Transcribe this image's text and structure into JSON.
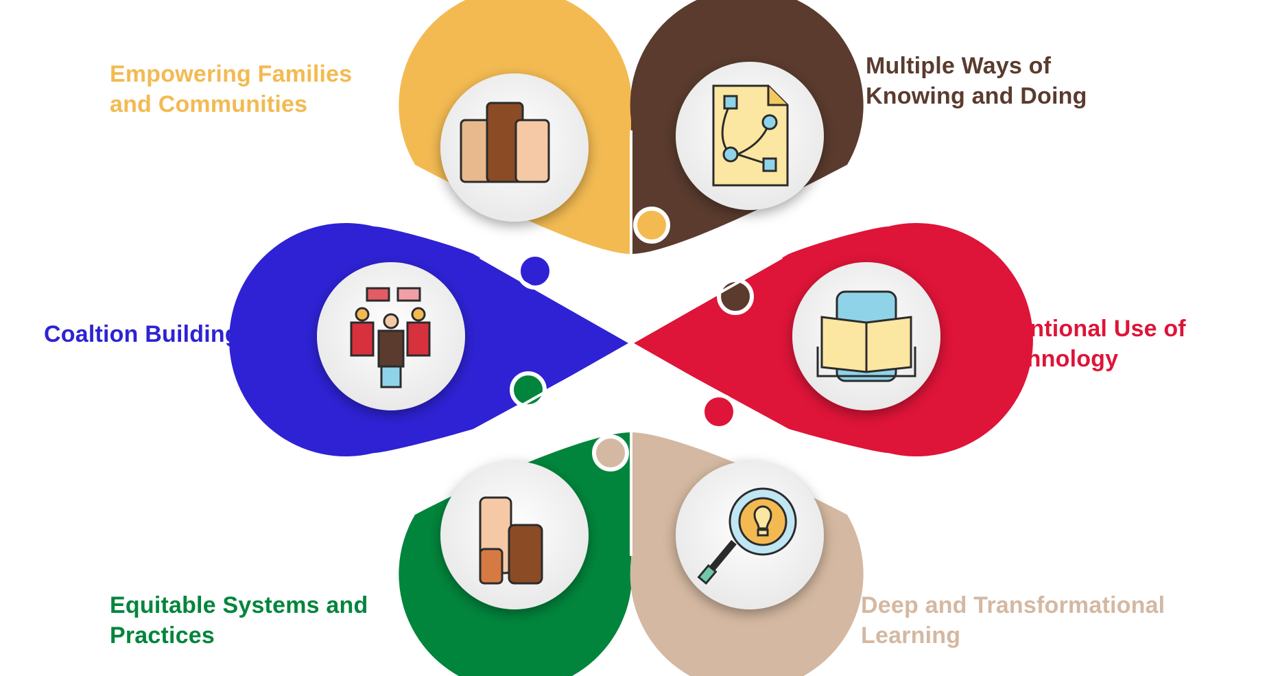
{
  "items": [
    {
      "id": "families",
      "line1": "Empowering Families",
      "line2": "and Communities",
      "color": "#F3BA52"
    },
    {
      "id": "knowing",
      "line1": "Multiple Ways of",
      "line2": "Knowing and Doing",
      "color": "#5A3B2E"
    },
    {
      "id": "coalition",
      "line1": "Coaltion Building",
      "line2": "",
      "color": "#2E22D4"
    },
    {
      "id": "technology",
      "line1": "Intentional Use of",
      "line2": "Technology",
      "color": "#DE1438"
    },
    {
      "id": "equitable",
      "line1": "Equitable Systems and",
      "line2": "Practices",
      "color": "#01853C"
    },
    {
      "id": "learning",
      "line1": "Deep and Transformational",
      "line2": "Learning",
      "color": "#D4B8A1"
    }
  ],
  "icons": [
    "raised-fists-icon",
    "vector-file-icon",
    "protest-group-icon",
    "digital-book-icon",
    "raised-hands-icon",
    "lightbulb-magnifier-icon"
  ]
}
